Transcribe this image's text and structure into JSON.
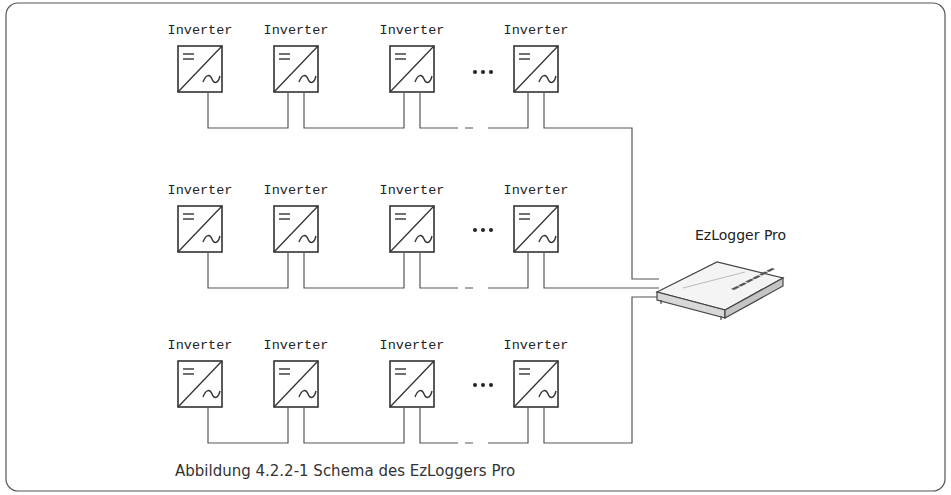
{
  "diagram": {
    "caption": "Abbildung 4.2.2-1 Schema des EzLoggers Pro",
    "nodes": [
      {
        "text": [
          "Inverter"
        ]
      },
      {
        "text": [
          "Inverter"
        ]
      },
      {
        "text": [
          "Inverter"
        ]
      },
      {
        "text": [
          "Inverter"
        ]
      },
      {
        "text": [
          "Inverter"
        ]
      },
      {
        "text": [
          "Inverter"
        ]
      },
      {
        "text": [
          "Inverter"
        ]
      },
      {
        "text": [
          "Inverter"
        ]
      },
      {
        "text": [
          "EzLogger Pro"
        ]
      },
      {
        "text": [
          "Inverter"
        ]
      },
      {
        "text": [
          "Inverter"
        ]
      },
      {
        "text": [
          "Inverter"
        ]
      },
      {
        "text": [
          "Inverter"
        ]
      }
    ],
    "edges": [
      {
        "from": 0,
        "to": 1,
        "arrow": "none"
      },
      {
        "from": 1,
        "to": 2,
        "arrow": "none"
      },
      {
        "from": 2,
        "to": 3,
        "arrow": "none"
      },
      {
        "from": 3,
        "to": 8,
        "arrow": "none"
      },
      {
        "from": 4,
        "to": 5,
        "arrow": "none"
      },
      {
        "from": 5,
        "to": 6,
        "arrow": "none"
      },
      {
        "from": 6,
        "to": 7,
        "arrow": "none"
      },
      {
        "from": 7,
        "to": 8,
        "arrow": "none"
      },
      {
        "from": 9,
        "to": 10,
        "arrow": "none"
      },
      {
        "from": 10,
        "to": 11,
        "arrow": "none"
      },
      {
        "from": 11,
        "to": 12,
        "arrow": "none"
      },
      {
        "from": 12,
        "to": 8,
        "arrow": "none"
      }
    ]
  }
}
